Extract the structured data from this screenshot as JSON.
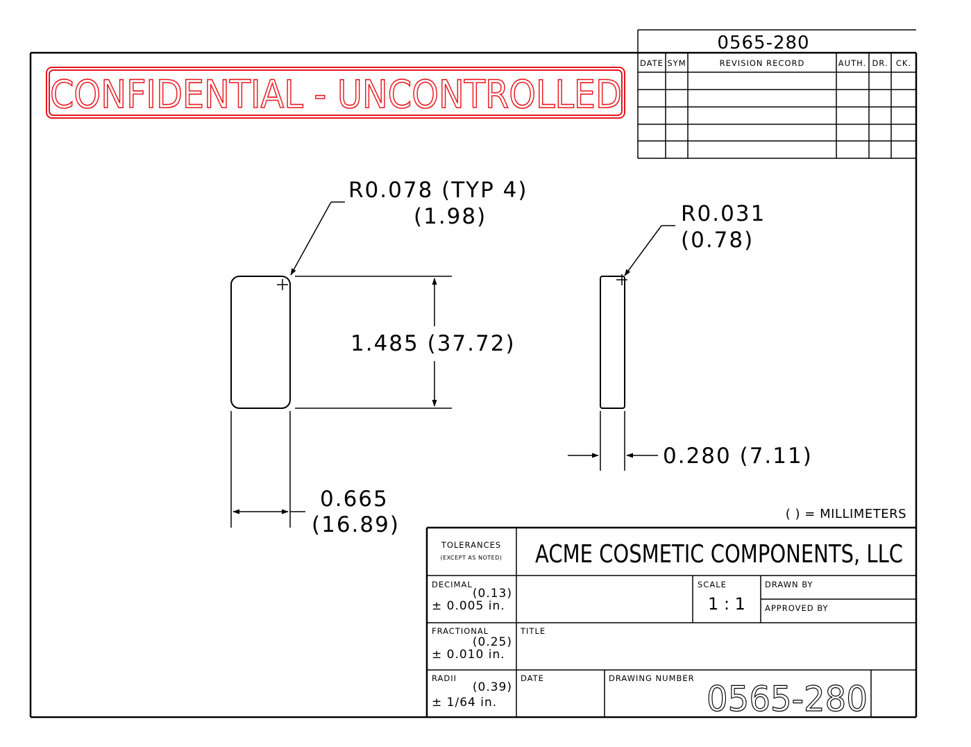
{
  "title_block_top": {
    "drawing_number": "0565-280"
  },
  "revision_table": {
    "headers": [
      "DATE",
      "SYM",
      "REVISION RECORD",
      "AUTH.",
      "DR.",
      "CK."
    ],
    "row_count": 5
  },
  "stamp": {
    "text": "CONFIDENTIAL - UNCONTROLLED",
    "color": "#e8141c"
  },
  "dimensions": {
    "front_radius": "R0.078 (TYP 4)",
    "front_radius_mm": "(1.98)",
    "side_radius": "R0.031",
    "side_radius_mm": "(0.78)",
    "height": "1.485 (37.72)",
    "width": "0.665",
    "width_mm": "(16.89)",
    "thickness": "0.280 (7.11)"
  },
  "units_note": "( ) = MILLIMETERS",
  "title_block": {
    "tolerances_label": "TOLERANCES",
    "tolerances_sublabel": "(EXCEPT AS NOTED)",
    "company": "ACME COSMETIC COMPONENTS, LLC",
    "decimal_label": "DECIMAL",
    "decimal_mm": "(0.13)",
    "decimal_value": "± 0.005 in.",
    "fractional_label": "FRACTIONAL",
    "fractional_mm": "(0.25)",
    "fractional_value": "± 0.010 in.",
    "radii_label": "RADII",
    "radii_mm": "(0.39)",
    "radii_value": "± 1/64 in.",
    "scale_label": "SCALE",
    "scale_value": "1 : 1",
    "drawn_by_label": "DRAWN BY",
    "approved_by_label": "APPROVED BY",
    "title_label": "TITLE",
    "date_label": "DATE",
    "drawing_number_label": "DRAWING NUMBER",
    "drawing_number": "0565-280"
  }
}
